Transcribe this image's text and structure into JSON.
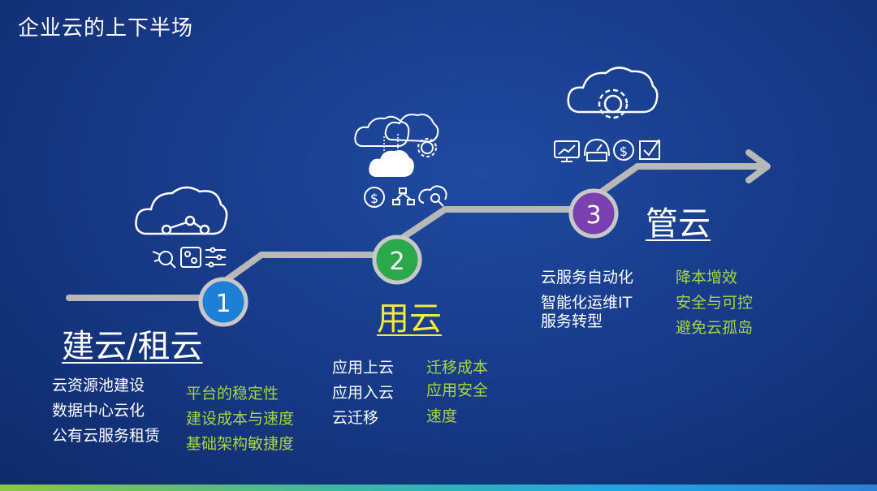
{
  "title": "企业云的上下半场",
  "stages": [
    {
      "number": "1",
      "label": "建云/租云",
      "color": "#1e7fd6",
      "label_color": "#ffffff",
      "items": [
        "云资源池建设",
        "数据中心云化",
        "公有云服务租赁"
      ],
      "concerns": [
        "平台的稳定性",
        "建设成本与速度",
        "基础架构敏捷度"
      ],
      "icons": [
        "cloud-network-icon",
        "search-analytics-icon",
        "dashboard-icon",
        "sliders-icon"
      ]
    },
    {
      "number": "2",
      "label": "用云",
      "color": "#2ba84a",
      "label_color": "#f2ea3c",
      "items": [
        "应用上云",
        "应用入云",
        "云迁移"
      ],
      "concerns": [
        "迁移成本",
        "应用安全",
        "速度"
      ],
      "icons": [
        "cloud-migration-icon",
        "gear-icon",
        "dollar-cycle-icon",
        "network-icon",
        "cloud-search-icon"
      ]
    },
    {
      "number": "3",
      "label": "管云",
      "color": "#7a3fb0",
      "label_color": "#ffffff",
      "items": [
        "云服务自动化",
        "智能化运维IT",
        "服务转型"
      ],
      "concerns": [
        "降本增效",
        "安全与可控",
        "避免云孤岛"
      ],
      "icons": [
        "cloud-gear-icon",
        "monitor-chart-icon",
        "speedometer-icon",
        "dollar-cycle-icon",
        "checklist-icon"
      ]
    }
  ],
  "colors": {
    "path": "#b8b8b8",
    "accent_green": "#a6d63f"
  }
}
